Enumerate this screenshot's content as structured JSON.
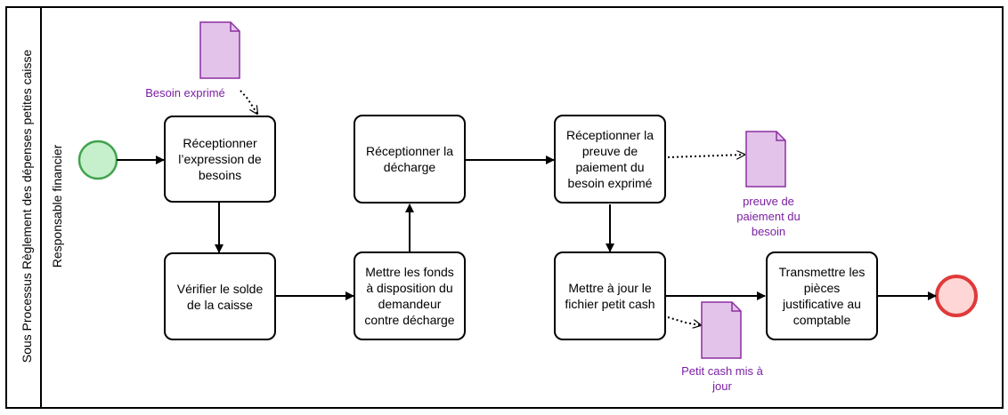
{
  "pool": {
    "title": "Sous Processus Règlement des dépenses petites caisse"
  },
  "lane": {
    "title": "Responsable financier"
  },
  "tasks": {
    "receptionner_expression": "Réceptionner l’expression de besoins",
    "verifier_solde": "Vérifier le solde de la caisse",
    "mettre_fonds": "Mettre les fonds à disposition du demandeur contre décharge",
    "receptionner_decharge": "Réceptionner la décharge",
    "receptionner_preuve": "Réceptionner la preuve de paiement du besoin exprimé",
    "mettre_a_jour": "Mettre à jour le fichier petit cash",
    "transmettre": "Transmettre les pièces justificative au comptable"
  },
  "documents": {
    "besoin": "Besoin exprimé",
    "preuve": "preuve de paiement du besoin",
    "petit_cash": "Petit cash mis à jour"
  },
  "colors": {
    "start_fill": "#c6efcb",
    "start_stroke": "#3fa34d",
    "end_fill": "#ffd6d6",
    "end_stroke": "#e03a3a",
    "doc_fill": "#e3c3ea",
    "doc_stroke": "#8b2fa0",
    "doc_label": "#7a1fa2"
  }
}
